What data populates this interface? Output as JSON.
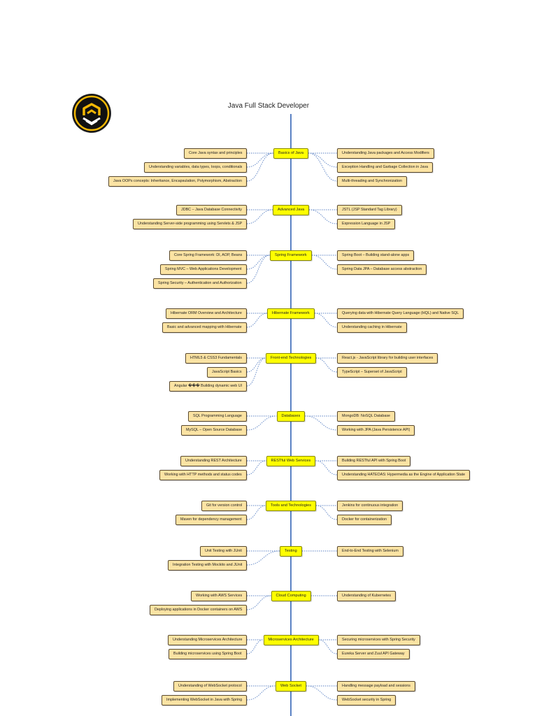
{
  "title": "Java Full Stack Developer",
  "colors": {
    "spine": "#5b82c4",
    "main_box": "#ffff00",
    "sub_box": "#fbe3a3",
    "connector": "#5b82c4"
  },
  "sections": [
    {
      "label": "Basics of Java",
      "left": [
        "Core Java syntax and principles",
        "Understanding variables, data types, loops, conditionals",
        "Java OOPs concepts: Inheritance, Encapsulation, Polymorphism, Abstraction"
      ],
      "right": [
        "Understanding Java packages and Access Modifiers",
        "Exception Handling and Garbage Collection in Java",
        "Multi-threading and Synchronization"
      ]
    },
    {
      "label": "Advanced Java",
      "left": [
        "JDBC – Java Database Connectivity",
        "Understanding Server-side programming using Servlets & JSP"
      ],
      "right": [
        "JSTL (JSP Standard Tag Library)",
        "Expression Language in JSP"
      ]
    },
    {
      "label": "Spring Framework",
      "left": [
        "Core Spring Framework: DI, AOP, Beans",
        "Spring MVC – Web Applications Development",
        "Spring Security – Authentication and Authorization"
      ],
      "right": [
        "Spring Boot – Building stand-alone apps",
        "Spring Data JPA – Database access abstraction"
      ]
    },
    {
      "label": "Hibernate Framework",
      "left": [
        "Hibernate ORM Overview and Architecture",
        "Basic and advanced mapping with Hibernate"
      ],
      "right": [
        "Querying data with Hibernate Query Language (HQL) and Native SQL",
        "Understanding caching in Hibernate"
      ]
    },
    {
      "label": "Front-end Technologies",
      "left": [
        "HTML5 & CSS3 Fundamentals",
        "JavaScript Basics",
        "Angular ��� Building dynamic web UI"
      ],
      "right": [
        "React.js - JavaScript library for building user interfaces",
        "TypeScript – Superset of JavaScript"
      ]
    },
    {
      "label": "Databases",
      "left": [
        "SQL Programming Language",
        "MySQL – Open Source Database"
      ],
      "right": [
        "MongoDB: NoSQL Database",
        "Working with JPA (Java Persistence API)"
      ]
    },
    {
      "label": "RESTful Web Services",
      "left": [
        "Understanding REST Architecture",
        "Working with HTTP methods and status codes"
      ],
      "right": [
        "Building RESTful API with Spring Boot",
        "Understanding HATEOAS: Hypermedia as the Engine of Application State"
      ]
    },
    {
      "label": "Tools and Technologies",
      "left": [
        "Git for version control",
        "Maven for dependency management"
      ],
      "right": [
        "Jenkins for continuous integration",
        "Docker for containerization"
      ]
    },
    {
      "label": "Testing",
      "left": [
        "Unit Testing with JUnit",
        "Integration Testing with Mockito and JUnit"
      ],
      "right": [
        "End-to-End Testing with Selenium"
      ]
    },
    {
      "label": "Cloud Computing",
      "left": [
        "Working with AWS Services",
        "Deploying applications in Docker containers on AWS"
      ],
      "right": [
        "Understanding of Kubernetes"
      ]
    },
    {
      "label": "Microservices Architecture",
      "left": [
        "Understanding Microservices Architecture",
        "Building microservices using Spring Boot"
      ],
      "right": [
        "Securing microservices with Spring Security",
        "Eureka Server and Zuul API Gateway"
      ]
    },
    {
      "label": "Web Socket",
      "left": [
        "Understanding of WebSocket protocol",
        "Implementing WebSocket in Java with Spring"
      ],
      "right": [
        "Handling message payload and sessions",
        "WebSocket security in Spring"
      ]
    }
  ]
}
